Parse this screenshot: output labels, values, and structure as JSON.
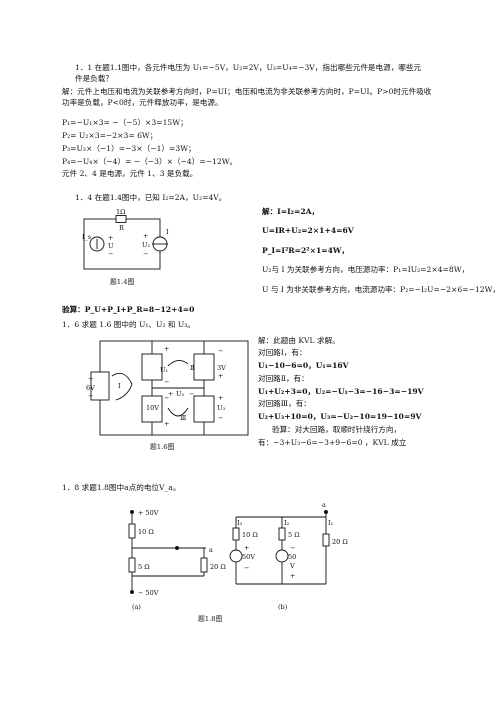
{
  "p11": {
    "question": "1．1  在题1.1图中，各元件电压为 U₁=−5V，U₂=2V，U₃=U₄=−3V，指出哪些元件是电源，哪些元件是负载？",
    "intro": "解：元件上电压和电流为关联参考方向时，P=UI；电压和电流为非关联参考方向时，P=UI。P>0时元件吸收功率是负载，P<0时，元件释放功率，是电源。",
    "eq1": "P₁=−U₁×3= −（−5）×3=15W；",
    "eq2": "P₂= U₂×3=−2×3= 6W；",
    "eq3": "P₃=U₃×（−1）=−3×（−1）=3W；",
    "eq4": "P₄=−U₄×（−4）= −（−3）×（−4）=−12W。",
    "conclusion": "元件 2、4 是电源，元件 1、3 是负载。"
  },
  "p14": {
    "question": "1．4  在题1.4图中，已知  I₂=2A，U₂=4V。",
    "s0": "解：I=I₂=2A，",
    "s1": "U=IR+U₂=2×1+4=6V",
    "s2": "P_I=I²R=2²×1=4W，",
    "s3": "U₂与 I 为关联参考方向，电压源功率：P₁=IU₂=2×4=8W，",
    "s4": "U 与 I 为非关联参考方向，电流源功率：P₂=−I₂U=−2×6=−12W，",
    "check": "验算：P_U+P_I+P_R=8−12+4=0",
    "fig": {
      "r": "1Ω",
      "r_sym": "R",
      "i_s": "I_s",
      "i": "I",
      "plus": "+",
      "minus": "−",
      "u": "U",
      "u2": "U₂",
      "caption": "题1.4图"
    }
  },
  "p16": {
    "question": "1．6  求题 1.6 图中的 U₁、U₂ 和 U₃。",
    "s0": "解：此题由 KVL 求解。",
    "s1": "对回路Ⅰ，有：",
    "s2": "U₁−10−6=0，U₁=16V",
    "s3": "对回路Ⅱ，有：",
    "s4": "U₁+U₂+3=0，U₂=−U₁−3=−16−3=−19V",
    "s5": "对回路Ⅲ，有：",
    "s6": "U₂+U₃+10=0，U₃=−U₂−10=19−10=9V",
    "s7": "验算：对大回路，取顺时针绕行方向，",
    "s8": "有：−3+U₃−6=−3+9−6=0 ，KVL 成立",
    "fig": {
      "v6": "6V",
      "v3": "3V",
      "v10": "10V",
      "u1": "U₁",
      "u2": "U₂",
      "u3": "U₃",
      "l1": "Ⅰ",
      "l2": "Ⅱ",
      "l3": "Ⅲ",
      "plus": "+",
      "minus": "−",
      "caption": "题1.6图"
    }
  },
  "p18": {
    "question": "1．8  求题1.8图中a点的电位V_a。",
    "fig_a": {
      "top": "+ 50V",
      "r1": "10 Ω",
      "r2": "5 Ω",
      "r3": "20 Ω",
      "bottom": "− 50V",
      "node": "a",
      "label": "(a)"
    },
    "fig_b": {
      "i1": "I₁",
      "i2": "I₂",
      "i3": "I₃",
      "node": "a",
      "r1": "10 Ω",
      "r2": "5 Ω",
      "r3": "20 Ω",
      "v1": "50V",
      "v2a": "50",
      "v2b": "V",
      "plus": "+",
      "minus": "−",
      "label": "(b)"
    },
    "caption": "题1.8图"
  }
}
